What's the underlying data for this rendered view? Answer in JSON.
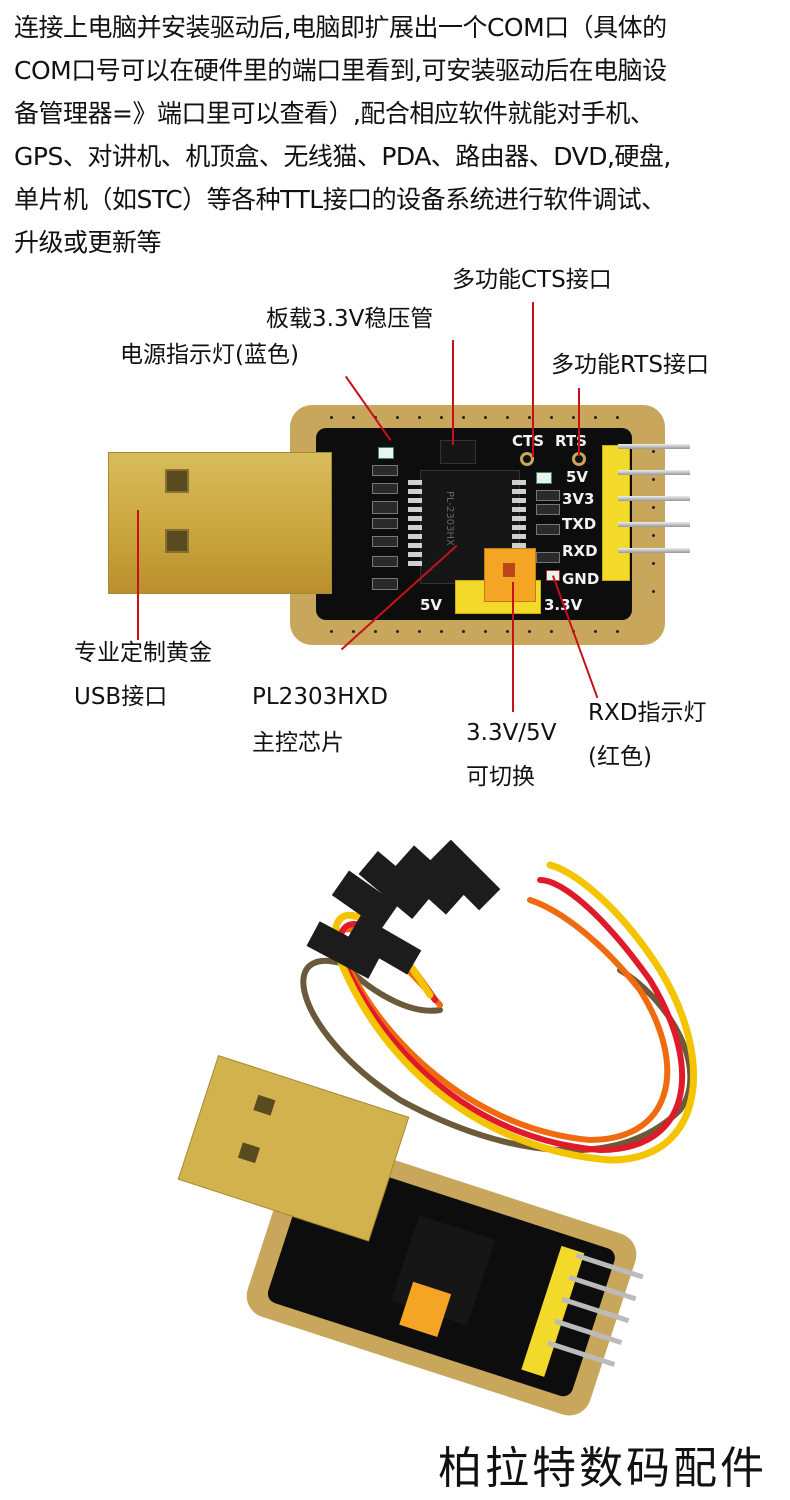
{
  "intro": {
    "lines": [
      "连接上电脑并安装驱动后,电脑即扩展出一个COM口（具体的",
      "COM口号可以在硬件里的端口里看到,可安装驱动后在电脑设",
      "备管理器=》端口里可以查看）,配合相应软件就能对手机、",
      "GPS、对讲机、机顶盒、无线猫、PDA、路由器、DVD,硬盘,",
      "单片机（如STC）等各种TTL接口的设备系统进行软件调试、",
      "升级或更新等"
    ]
  },
  "callouts": {
    "cts_port": "多功能CTS接口",
    "regulator": "板载3.3V稳压管",
    "power_led": "电源指示灯(蓝色)",
    "rts_port": "多功能RTS接口",
    "usb_line1": "专业定制黄金",
    "usb_line2": "USB接口",
    "chip_line1": "PL2303HXD",
    "chip_line2": "主控芯片",
    "voltage_line1": "3.3V/5V",
    "voltage_line2": "可切换",
    "rxd_line1": "RXD指示灯",
    "rxd_line2": "(红色)"
  },
  "board_silkscreen": {
    "cts": "CTS",
    "rts": "RTS",
    "pins": [
      "5V",
      "3V3",
      "TXD",
      "RXD",
      "GND"
    ],
    "jumper_left": "5V",
    "jumper_right": "3.3V",
    "chip_marking": "PL-2303HX"
  },
  "colors": {
    "leader_line": "#c8101a",
    "pcb_black": "#0d0d0d",
    "pcb_gold": "#c8a65c",
    "usb_gold": "#d2b24c",
    "header_yellow": "#f3d92a",
    "jumper_orange": "#f4a523",
    "wire_colors": [
      "#f5c400",
      "#e01a2a",
      "#f06a10",
      "#6b5a3a"
    ]
  },
  "footer": {
    "brand": "柏拉特数码配件"
  }
}
